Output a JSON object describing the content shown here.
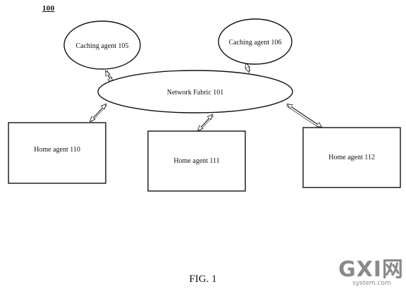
{
  "figure": {
    "reference_number": "100",
    "caption": "FIG. 1"
  },
  "nodes": {
    "caching_agent_105": {
      "label": "Caching agent 105",
      "shape": "ellipse"
    },
    "caching_agent_106": {
      "label": "Caching agent 106",
      "shape": "ellipse"
    },
    "network_fabric_101": {
      "label": "Network Fabric 101",
      "shape": "ellipse"
    },
    "home_agent_110": {
      "label": "Home agent 110",
      "shape": "rectangle"
    },
    "home_agent_111": {
      "label": "Home agent 111",
      "shape": "rectangle"
    },
    "home_agent_112": {
      "label": "Home agent 112",
      "shape": "rectangle"
    }
  },
  "edges": [
    {
      "from": "caching_agent_105",
      "to": "network_fabric_101",
      "type": "bidirectional"
    },
    {
      "from": "caching_agent_106",
      "to": "network_fabric_101",
      "type": "bidirectional"
    },
    {
      "from": "home_agent_110",
      "to": "network_fabric_101",
      "type": "bidirectional"
    },
    {
      "from": "home_agent_111",
      "to": "network_fabric_101",
      "type": "bidirectional"
    },
    {
      "from": "home_agent_112",
      "to": "network_fabric_101",
      "type": "bidirectional"
    }
  ],
  "watermark": {
    "big_text": "GXI网",
    "small_text": "system.com"
  }
}
